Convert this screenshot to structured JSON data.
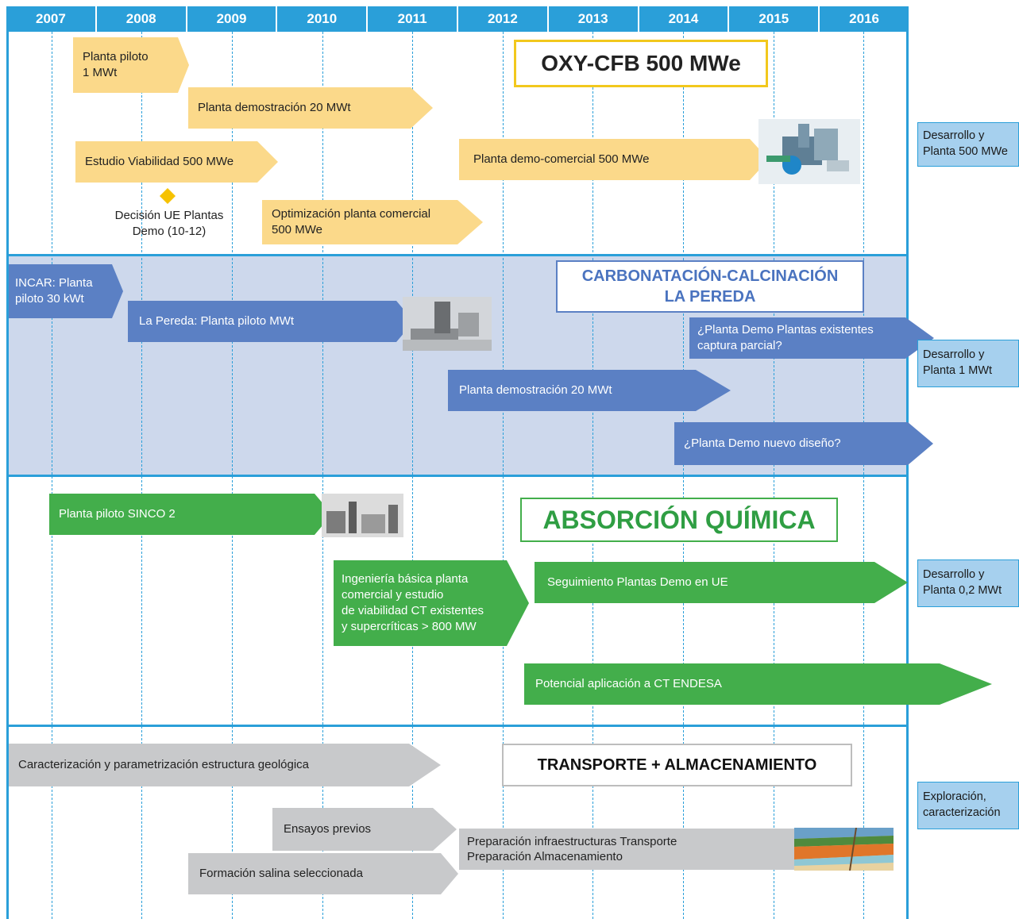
{
  "years": [
    "2007",
    "2008",
    "2009",
    "2010",
    "2011",
    "2012",
    "2013",
    "2014",
    "2015",
    "2016"
  ],
  "colors": {
    "accent": "#2a9fd9",
    "yellow": "#fbd98a",
    "blue": "#5b80c4",
    "green": "#43ae4b",
    "grey": "#c8c9cb",
    "diamond": "#f6c200"
  },
  "sections": {
    "oxy": {
      "title": "OXY-CFB 500 MWe",
      "side_label": "Desarrollo y\nPlanta 500 MWe",
      "bars": {
        "planta_piloto": "Planta piloto\n1 MWt",
        "demostracion": "Planta demostración 20 MWt",
        "estudio": "Estudio Viabilidad 500 MWe",
        "demo_comercial": "Planta demo-comercial 500 MWe",
        "optimizacion": "Optimización planta comercial\n500 MWe"
      },
      "milestone": "Decisión UE Plantas\nDemo (10-12)"
    },
    "carbonatacion": {
      "title": "CARBONATACIÓN-CALCINACIÓN\nLA PEREDA",
      "side_label": "Desarrollo y\nPlanta 1 MWt",
      "bars": {
        "incar": "INCAR: Planta\npiloto 30 kWt",
        "pereda": "La Pereda: Planta piloto MWt",
        "demo_existentes": "¿Planta Demo Plantas existentes\ncaptura parcial?",
        "demostracion": "Planta demostración 20 MWt",
        "nuevo_diseno": "¿Planta Demo nuevo diseño?"
      }
    },
    "absorcion": {
      "title": "ABSORCIÓN QUÍMICA",
      "side_label": "Desarrollo y\nPlanta 0,2 MWt",
      "bars": {
        "sinco": "Planta piloto SINCO 2",
        "ingenieria": "Ingeniería básica planta\ncomercial y estudio\nde viabilidad CT existentes\ny supercríticas > 800 MW",
        "seguimiento": "Seguimiento Plantas Demo en UE",
        "potencial": "Potencial aplicación a CT ENDESA"
      }
    },
    "transporte": {
      "title": "TRANSPORTE + ALMACENAMIENTO",
      "side_label": "Exploración,\ncaracterización",
      "bars": {
        "caracterizacion": "Caracterización y parametrización estructura geológica",
        "ensayos": "Ensayos previos",
        "preparacion": "Preparación infraestructuras Transporte\nPreparación Almacenamiento",
        "formacion": "Formación salina seleccionada"
      }
    }
  }
}
